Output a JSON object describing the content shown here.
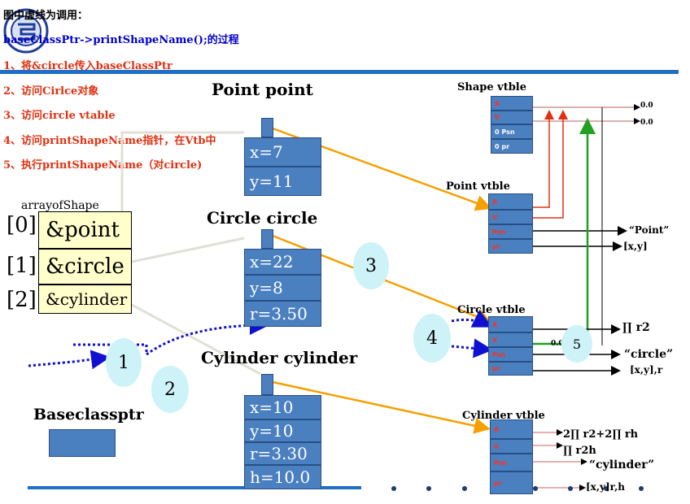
{
  "header": {
    "title": "图中虚线为调用：",
    "subtitle": "baseClassPtr->printShapeName();的过程"
  },
  "steps": [
    {
      "label": "1、将&circle传入baseClassPtr"
    },
    {
      "label": "2、访问Cirlce对象"
    },
    {
      "label": "3、访问circle    vtable"
    },
    {
      "label": "4、访问printShapeName指针，在Vtb中"
    },
    {
      "label": "5、执行printShapeName（对circle)"
    }
  ],
  "objects": {
    "point": {
      "title": "Point point",
      "fields": [
        "x=7",
        "y=11"
      ]
    },
    "circle": {
      "title": "Circle circle",
      "fields": [
        "x=22",
        "y=8",
        "r=3.50"
      ]
    },
    "cylinder": {
      "title": "Cylinder cylinder",
      "fields": [
        "x=10",
        "y=10",
        "r=3.30",
        "h=10.0"
      ]
    }
  },
  "array": {
    "label": "arrayofShape",
    "items": [
      {
        "index": "[0]",
        "value": "&point"
      },
      {
        "index": "[1]",
        "value": "&circle"
      },
      {
        "index": "[2]",
        "value": "&cylinder"
      }
    ]
  },
  "baseptr": {
    "label": "Baseclassptr"
  },
  "vtables": {
    "shape": {
      "title": "Shape vtble",
      "slots": [
        "A",
        "V",
        "0 Psn",
        "0 pr"
      ],
      "values": [
        "0.0",
        "0.0"
      ]
    },
    "point": {
      "title": "Point vtble",
      "slots": [
        "A",
        "V",
        "Psn",
        "pr"
      ],
      "targets": [
        "“Point”",
        "[x,y]"
      ]
    },
    "circle": {
      "title": "Circle vtble",
      "slots": [
        "A",
        "V",
        "Psn",
        "pr"
      ],
      "targets": [
        "∏ r2",
        "0.0",
        "“circle”",
        "[x,y],r"
      ]
    },
    "cylinder": {
      "title": "Cylinder vtble",
      "slots": [
        "A",
        "V",
        "Psn",
        "pr"
      ],
      "targets": [
        "2∏ r2+2∏ rh",
        "∏ r2h",
        "“cylinder”",
        "[x,y]r,h"
      ]
    }
  },
  "callouts": [
    "1",
    "2",
    "3",
    "4",
    "5"
  ],
  "colors": {
    "accent_blue": "#1f6fc5",
    "box_blue": "#4a7fc0",
    "step_red": "#e03010",
    "arrow_orange": "#f5a000",
    "arrow_green": "#22a022",
    "dotted_blue": "#1010d0"
  }
}
